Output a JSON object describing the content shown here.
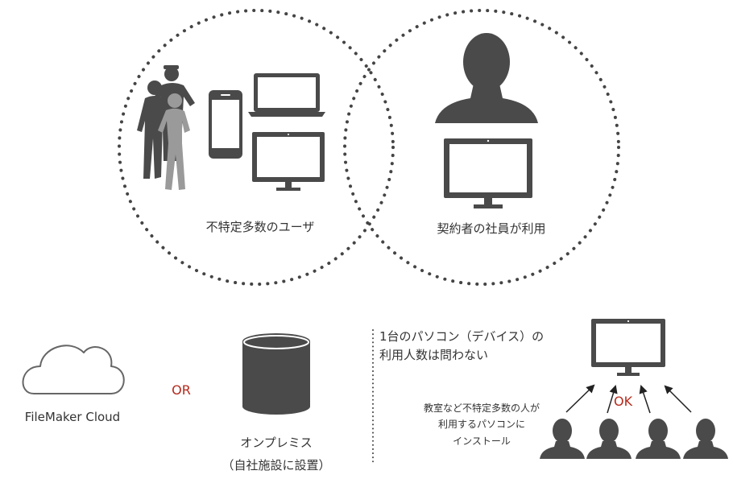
{
  "venn": {
    "left_label": "不特定多数のユーザ",
    "right_label": "契約者の社員が利用"
  },
  "cloud": {
    "label": "FileMaker Cloud"
  },
  "or_label": "OR",
  "onpremise": {
    "label": "オンプレミス",
    "sublabel": "（自社施設に設置）"
  },
  "device_note": {
    "line1": "1台のパソコン（デバイス）の",
    "line2": "利用人数は問わない"
  },
  "classroom_note": {
    "line1": "教室など不特定多数の人が",
    "line2": "利用するパソコンに",
    "line3": "インストール"
  },
  "ok_label": "OK",
  "colors": {
    "dark": "#4a4a4a",
    "light_person": "#9a9a9a",
    "accent_red": "#b52a1c",
    "text": "#333333"
  },
  "icons": [
    "people-group-icon",
    "smartphone-icon",
    "laptop-icon",
    "desktop-monitor-icon",
    "person-silhouette-icon",
    "cloud-icon",
    "database-cylinder-icon",
    "arrow-icon"
  ]
}
